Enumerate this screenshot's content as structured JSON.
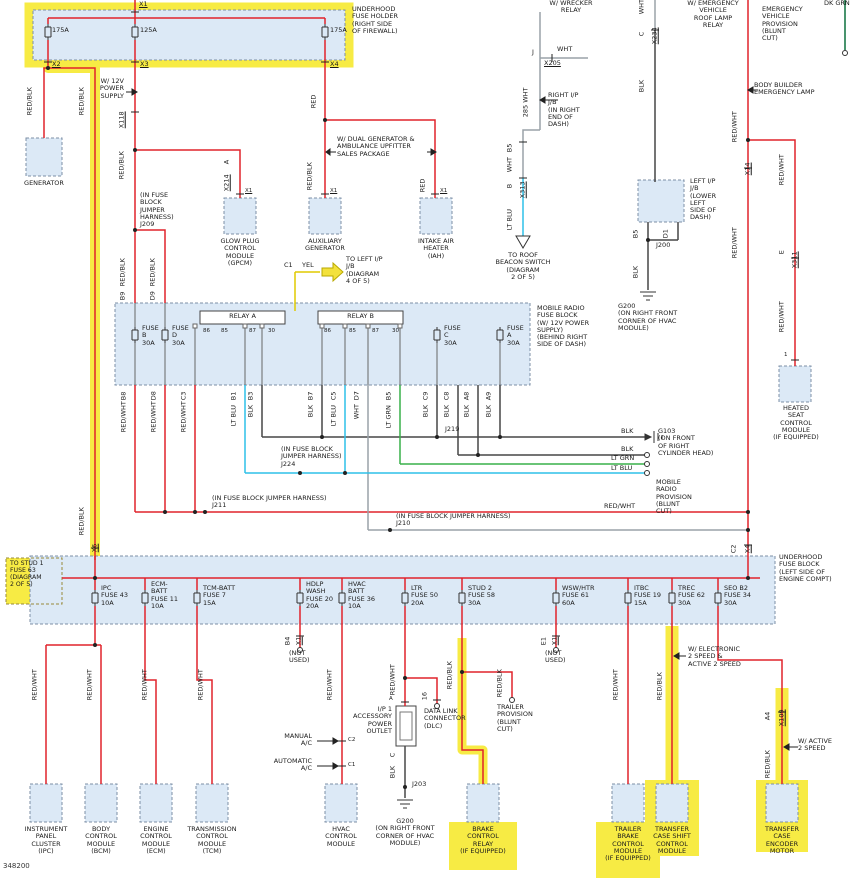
{
  "page": {
    "number": "348200"
  },
  "w": {
    "redwht": "RED/WHT",
    "redblk": "RED/BLK",
    "blk": "BLK",
    "ltblu": "LT BLU",
    "ltgrn": "LT GRN",
    "wht": "WHT",
    "red": "RED",
    "yel": "YEL",
    "dkgrn": "DK GRN"
  },
  "colors": {
    "highlight": "#f7ea3a",
    "red_wire": "#e1232b",
    "black_wire": "#474747",
    "lt_blu_wire": "#2ec0e8",
    "lt_grn_wire": "#39b04a",
    "yellow_wire": "#e8d400",
    "white_wire": "#9aa2a8",
    "dk_grn_wire": "#0c713d",
    "box_fill": "#dce9f6"
  },
  "tfh": {
    "x1": "X1",
    "f1": "175A",
    "f2": "125A",
    "f3": "175A",
    "c1": "X2",
    "c2": "X3",
    "c3": "X4",
    "title": "UNDERHOOD\nFUSE HOLDER\n(RIGHT SIDE\nOF FIREWALL)"
  },
  "lft": {
    "gen": "GENERATOR",
    "x6": "X6",
    "stud": "TO STUD 1\nFUSE 63\n(DIAGRAM\n2 OF 5)"
  },
  "sup": {
    "w12v": "W/ 12V\nPOWER\nSUPPLY",
    "x118": "X118",
    "pina": "A",
    "x214": "X214",
    "x1": "X1",
    "gpcm": "GLOW PLUG\nCONTROL\nMODULE\n(GPCM)",
    "aux": "AUXILIARY\nGENERATOR",
    "iah": "INTAKE AIR\nHEATER\n(IAH)",
    "dual": "W/ DUAL GENERATOR &\nAMBULANCE UPFITTER\nSALES PACKAGE",
    "j209": "(IN FUSE\nBLOCK\nJUMPER\nHARNESS)\nJ209"
  },
  "mrb": {
    "b9": "B9",
    "d9": "D9",
    "c1": "C1",
    "tolip": "TO LEFT I/P\nJ/B\n(DIAGRAM\n4 OF 5)",
    "ra": "RELAY A",
    "rb": "RELAY B",
    "fb": "FUSE\nB\n30A",
    "fd": "FUSE\nD\n30A",
    "fc": "FUSE\nC\n30A",
    "fa": "FUSE\nA\n30A",
    "p86": "86",
    "p85": "85",
    "p87": "87",
    "p30": "30",
    "e1p": "B8",
    "e2p": "D8",
    "e3p": "C3",
    "e4p": "B1",
    "e5p": "B3",
    "e6p": "B7",
    "e7p": "C5",
    "e8p": "D7",
    "e9p": "B5",
    "e10p": "C9",
    "e11p": "C8",
    "e12p": "A8",
    "e13p": "A9",
    "title": "MOBILE RADIO\nFUSE BLOCK\n(W/ 12V POWER\nSUPPLY)\n(BEHIND RIGHT\nSIDE OF DASH)"
  },
  "mid": {
    "j219": "J219",
    "g103": "G103\n(ON FRONT\nOF RIGHT\nCYLINDER HEAD)",
    "prov": "MOBILE\nRADIO\nPROVISION\n(BLUNT\nCUT)",
    "j224": "(IN FUSE BLOCK\nJUMPER HARNESS)\nJ224",
    "j211": "(IN FUSE BLOCK JUMPER HARNESS)\nJ211",
    "j210": "(IN FUSE BLOCK JUMPER HARNESS)\nJ210"
  },
  "bfb": {
    "f1": "IPC\nFUSE 43\n10A",
    "f2": "ECM-\nBATT\nFUSE 11\n10A",
    "f3": "TCM-BATT\nFUSE 7\n15A",
    "f4": "HDLP\nWASH\nFUSE 20\n20A",
    "f5": "HVAC\nBATT\nFUSE 36\n10A",
    "f6": "LTR\nFUSE 50\n20A",
    "f7": "STUD 2\nFUSE 58\n30A",
    "f8": "WSW/HTR\nFUSE 61\n60A",
    "f9": "ITBC\nFUSE 19\n15A",
    "f10": "TREC\nFUSE 62\n30A",
    "f11": "SEO B2\nFUSE 34\n30A",
    "title": "UNDERHOOD\nFUSE BLOCK\n(LEFT SIDE OF\nENGINE COMPT)",
    "c2": "C2",
    "x4": "X4"
  },
  "bot": {
    "nu": "(NOT\nUSED)",
    "b4": "B4",
    "x1": "X1",
    "e1": "E1",
    "man": "MANUAL\nA/C",
    "aut": "AUTOMATIC\nA/C",
    "c2": "C2",
    "c1": "C1",
    "pina": "A",
    "outlet": "I/P 1\nACCESSORY\nPOWER\nOUTLET",
    "p16": "16",
    "dlc": "DATA LINK\nCONNECTOR\n(DLC)",
    "pinc": "C",
    "j203": "J203",
    "g200": "G200\n(ON RIGHT FRONT\nCORNER OF HVAC\nMODULE)",
    "trl": "TRAILER\nPROVISION\n(BLUNT\nCUT)",
    "elec": "W/ ELECTRONIC\n2 SPEED &\nACTIVE 2 SPEED",
    "a4": "A4",
    "x109": "X109",
    "act": "W/ ACTIVE\n2 SPEED",
    "m1": "INSTRUMENT\nPANEL\nCLUSTER\n(IPC)",
    "m2": "BODY\nCONTROL\nMODULE\n(BCM)",
    "m3": "ENGINE\nCONTROL\nMODULE\n(ECM)",
    "m4": "TRANSMISSION\nCONTROL\nMODULE\n(TCM)",
    "m5": "HVAC\nCONTROL\nMODULE",
    "m6": "BRAKE\nCONTROL\nRELAY\n(IF EQUIPPED)",
    "m7": "TRAILER\nBRAKE\nCONTROL\nMODULE\n(IF EQUIPPED)",
    "m8": "TRANSFER\nCASE SHIFT\nCONTROL\nMODULE",
    "m9": "TRANSFER\nCASE\nENCODER\nMOTOR"
  },
  "rgt": {
    "wrecker": "W/ WRECKER\nRELAY",
    "j": "J",
    "x205": "X205",
    "c285": "285 WHT",
    "rip": "RIGHT I/P\nJ/B\n(IN RIGHT\nEND OF\nDASH)",
    "b5": "B5",
    "pinb": "B",
    "x313": "X313",
    "beacon": "TO ROOF\nBEACON SWITCH\n(DIAGRAM\n2 OF 5)",
    "emerg": "W/ EMERGENCY\nVEHICLE\nROOF LAMP\nRELAY",
    "pinc": "C",
    "x234": "X234",
    "evp": "EMERGENCY\nVEHICLE\nPROVISION\n(BLUNT\nCUT)",
    "bbel": "BODY BUILDER\nEMERGENCY LAMP",
    "x14": "X14",
    "lip": "LEFT I/P\nJ/B\n(LOWER\nLEFT\nSIDE OF\nDASH)",
    "b5b": "B5",
    "d1": "D1",
    "j200": "J200",
    "g200": "G200\n(ON RIGHT FRONT\nCORNER OF HVAC\nMODULE)",
    "pine": "E",
    "x311": "X311",
    "pin1": "1",
    "hsm": "HEATED\nSEAT\nCONTROL\nMODULE\n(IF EQUIPPED)"
  }
}
